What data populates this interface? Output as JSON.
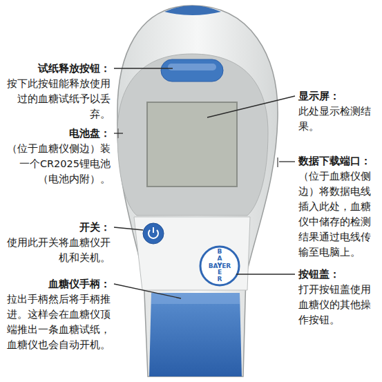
{
  "diagram": {
    "labels": [
      "试纸释放按钮：",
      "按下此按钮能释放使用过的血糖试纸予以丢弃。",
      "电池盘：",
      "（位于血糖仪侧边）装一个CR2025锂电池（电池内附）。",
      "开关：",
      "使用此开关将血糖仪开机和关机。",
      "血糖仪手柄：",
      "拉出手柄然后将手柄推进。这样会在血糖仪顶端推出一条血糖试纸，血糖仪也会自动开机。",
      "显示屏：",
      "此处显示检测结果。",
      "数据下载端口：",
      "（位于血糖仪侧边）将数据电线插入此处，血糖仪中储存的检测结果通过电线传输至电脑上。",
      "按钮盖：",
      "打开按钮盖使用血糖仪的其他操作按钮。",
      "BAYER",
      "BAYER"
    ]
  }
}
